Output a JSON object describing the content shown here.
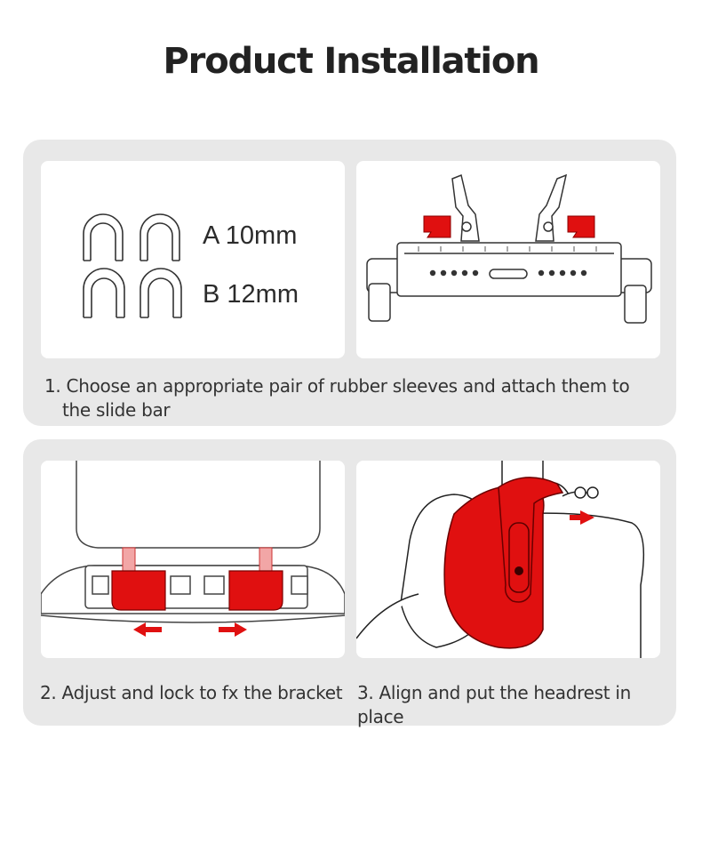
{
  "page": {
    "title": "Product Installation"
  },
  "step1": {
    "size_a": "A  10mm",
    "size_b": "B  12mm",
    "caption_line1": "1. Choose an appropriate pair of rubber sleeves and attach them to",
    "caption_line2": "the slide bar"
  },
  "step2": {
    "caption": "2. Adjust and lock to fx the bracket"
  },
  "step3": {
    "caption": "3. Align and put the headrest in place"
  },
  "colors": {
    "accent_red": "#e01010",
    "panel_gray": "#e8e8e8",
    "card_white": "#ffffff"
  }
}
